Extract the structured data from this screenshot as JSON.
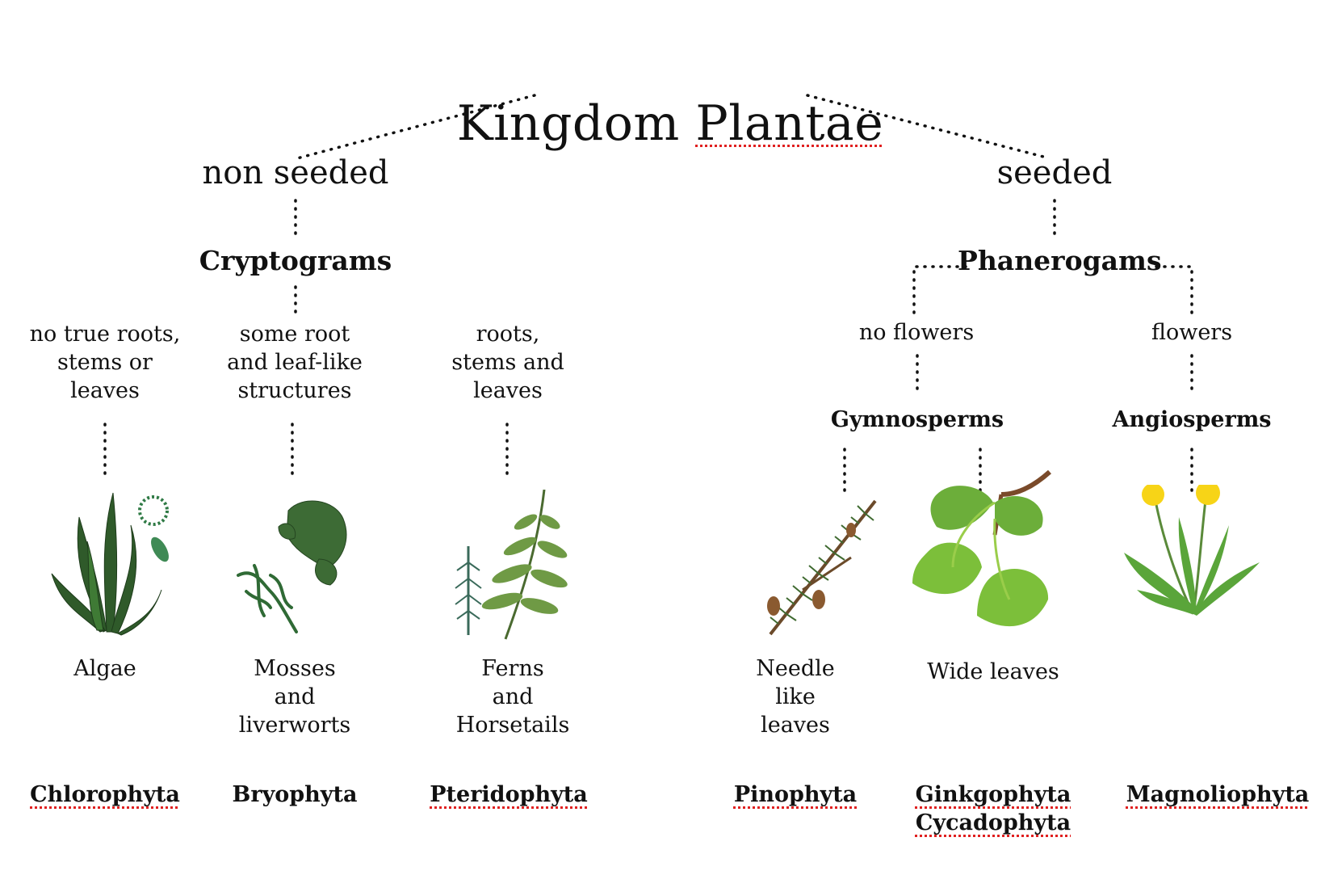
{
  "title": {
    "pre": "Kingdom ",
    "word": "Plantae"
  },
  "branches": {
    "non_seeded": "non seeded",
    "seeded": "seeded"
  },
  "classes": {
    "cryptograms": "Cryptograms",
    "phanerogams": "Phanerogams"
  },
  "cryptogram_groups": [
    {
      "trait": "no true roots,\nstems or\nleaves",
      "common": "Algae",
      "phylum": "Chlorophyta",
      "image": "algae-illustration"
    },
    {
      "trait": "some root\nand leaf-like\nstructures",
      "common": "Mosses\nand\nliverworts",
      "phylum": "Bryophyta",
      "image": "moss-illustration"
    },
    {
      "trait": "roots,\nstems and\nleaves",
      "common": "Ferns\nand\nHorsetails",
      "phylum": "Pteridophyta",
      "image": "fern-illustration"
    }
  ],
  "phanerogam_groups": {
    "no_flowers": "no flowers",
    "flowers": "flowers",
    "gymnosperms": "Gymnosperms",
    "angiosperms": "Angiosperms"
  },
  "gymnosperm_groups": [
    {
      "common": "Needle\nlike\nleaves",
      "phylum": "Pinophyta",
      "image": "pine-branch-illustration"
    },
    {
      "common": "Wide leaves",
      "phylum": "Ginkgophyta\nCycadophyta",
      "image": "ginkgo-illustration"
    }
  ],
  "angiosperm_groups": [
    {
      "phylum": "Magnoliophyta",
      "image": "dandelion-illustration"
    }
  ],
  "colors": {
    "text": "#111111",
    "spellcheck": "#e02020",
    "leaf_dark": "#2f5a2a",
    "leaf_light": "#7cbf3a",
    "flower": "#f7d417"
  }
}
